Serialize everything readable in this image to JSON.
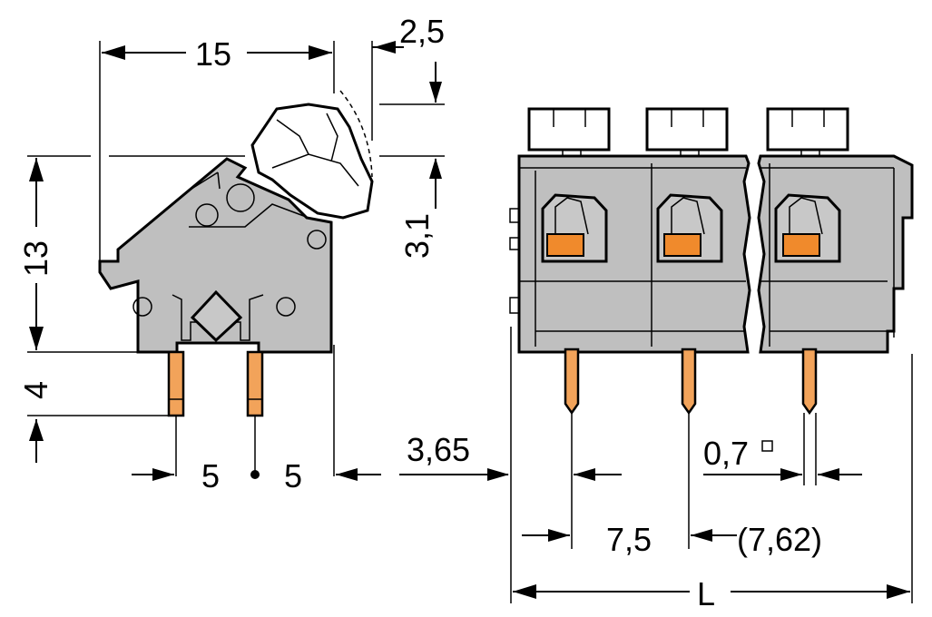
{
  "dimensions": {
    "width_15": "15",
    "offset_2_5": "2,5",
    "height_13": "13",
    "lever_3_1": "3,1",
    "pin_4": "4",
    "pitch_left_5": "5",
    "pitch_right_5": "5",
    "edge_3_65": "3,65",
    "pin_0_7": "0,7",
    "pitch_7_5": "7,5",
    "pitch_7_62": "(7,62)",
    "length_L": "L"
  },
  "colors": {
    "housing": "#bfbfbf",
    "pin": "#f2a35a",
    "clamp": "#f08a2c",
    "lever": "#ffffff"
  }
}
